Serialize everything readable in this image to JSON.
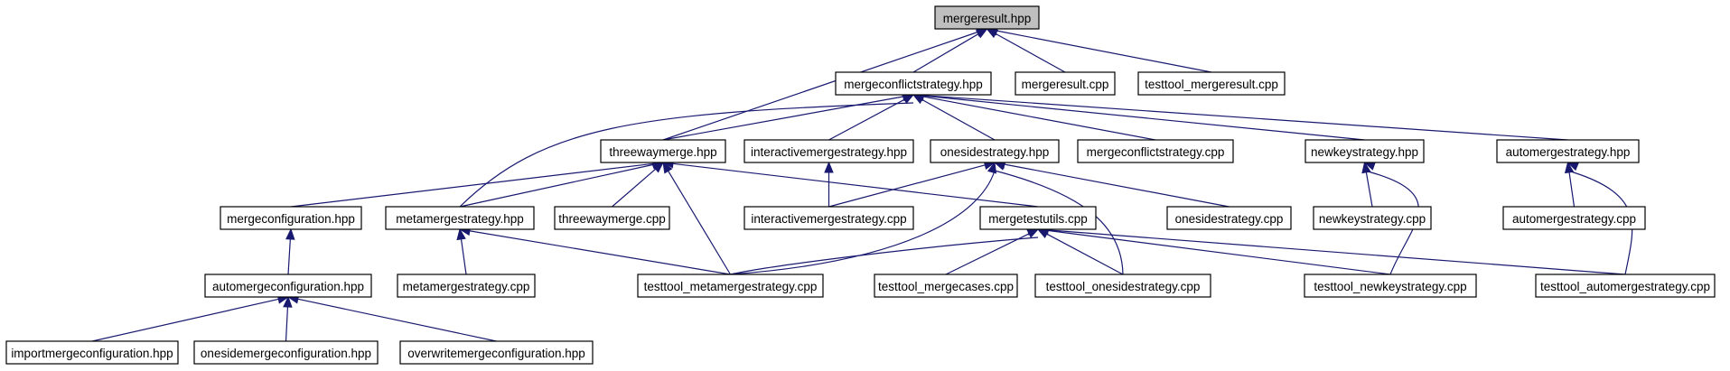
{
  "graph": {
    "nodes": [
      {
        "id": "n0",
        "label": "mergeresult.hpp",
        "root": true
      },
      {
        "id": "n1",
        "label": "mergeconflictstrategy.hpp"
      },
      {
        "id": "n2",
        "label": "mergeresult.cpp"
      },
      {
        "id": "n3",
        "label": "testtool_mergeresult.cpp"
      },
      {
        "id": "n4",
        "label": "threewaymerge.hpp"
      },
      {
        "id": "n5",
        "label": "interactivemergestrategy.hpp"
      },
      {
        "id": "n6",
        "label": "onesidestrategy.hpp"
      },
      {
        "id": "n7",
        "label": "mergeconflictstrategy.cpp"
      },
      {
        "id": "n8",
        "label": "newkeystrategy.hpp"
      },
      {
        "id": "n9",
        "label": "automergestrategy.hpp"
      },
      {
        "id": "n10",
        "label": "mergeconfiguration.hpp"
      },
      {
        "id": "n11",
        "label": "metamergestrategy.hpp"
      },
      {
        "id": "n12",
        "label": "threewaymerge.cpp"
      },
      {
        "id": "n13",
        "label": "interactivemergestrategy.cpp"
      },
      {
        "id": "n14",
        "label": "mergetestutils.cpp"
      },
      {
        "id": "n15",
        "label": "onesidestrategy.cpp"
      },
      {
        "id": "n16",
        "label": "newkeystrategy.cpp"
      },
      {
        "id": "n17",
        "label": "automergestrategy.cpp"
      },
      {
        "id": "n18",
        "label": "automergeconfiguration.hpp"
      },
      {
        "id": "n19",
        "label": "metamergestrategy.cpp"
      },
      {
        "id": "n20",
        "label": "testtool_metamergestrategy.cpp"
      },
      {
        "id": "n21",
        "label": "testtool_mergecases.cpp"
      },
      {
        "id": "n22",
        "label": "testtool_onesidestrategy.cpp"
      },
      {
        "id": "n23",
        "label": "testtool_newkeystrategy.cpp"
      },
      {
        "id": "n24",
        "label": "testtool_automergestrategy.cpp"
      },
      {
        "id": "n25",
        "label": "importmergeconfiguration.hpp"
      },
      {
        "id": "n26",
        "label": "onesidemergeconfiguration.hpp"
      },
      {
        "id": "n27",
        "label": "overwritemergeconfiguration.hpp"
      }
    ],
    "edges": [
      {
        "from": "n1",
        "to": "n0"
      },
      {
        "from": "n2",
        "to": "n0"
      },
      {
        "from": "n3",
        "to": "n0"
      },
      {
        "from": "n4",
        "to": "n0"
      },
      {
        "from": "n4",
        "to": "n1"
      },
      {
        "from": "n5",
        "to": "n1"
      },
      {
        "from": "n6",
        "to": "n1"
      },
      {
        "from": "n7",
        "to": "n1"
      },
      {
        "from": "n8",
        "to": "n1"
      },
      {
        "from": "n9",
        "to": "n1"
      },
      {
        "from": "n11",
        "to": "n1"
      },
      {
        "from": "n10",
        "to": "n4"
      },
      {
        "from": "n11",
        "to": "n4"
      },
      {
        "from": "n12",
        "to": "n4"
      },
      {
        "from": "n14",
        "to": "n4"
      },
      {
        "from": "n20",
        "to": "n4"
      },
      {
        "from": "n13",
        "to": "n5"
      },
      {
        "from": "n13",
        "to": "n6"
      },
      {
        "from": "n15",
        "to": "n6"
      },
      {
        "from": "n20",
        "to": "n6"
      },
      {
        "from": "n22",
        "to": "n6"
      },
      {
        "from": "n16",
        "to": "n8"
      },
      {
        "from": "n23",
        "to": "n8"
      },
      {
        "from": "n17",
        "to": "n9"
      },
      {
        "from": "n24",
        "to": "n9"
      },
      {
        "from": "n18",
        "to": "n10"
      },
      {
        "from": "n19",
        "to": "n11"
      },
      {
        "from": "n20",
        "to": "n11"
      },
      {
        "from": "n20",
        "to": "n14"
      },
      {
        "from": "n21",
        "to": "n14"
      },
      {
        "from": "n22",
        "to": "n14"
      },
      {
        "from": "n23",
        "to": "n14"
      },
      {
        "from": "n24",
        "to": "n14"
      },
      {
        "from": "n25",
        "to": "n18"
      },
      {
        "from": "n26",
        "to": "n18"
      },
      {
        "from": "n27",
        "to": "n18"
      }
    ]
  },
  "colors": {
    "edge": "#191970",
    "root_fill": "#bfbfbf",
    "node_fill": "#ffffff",
    "node_border": "#000000"
  }
}
